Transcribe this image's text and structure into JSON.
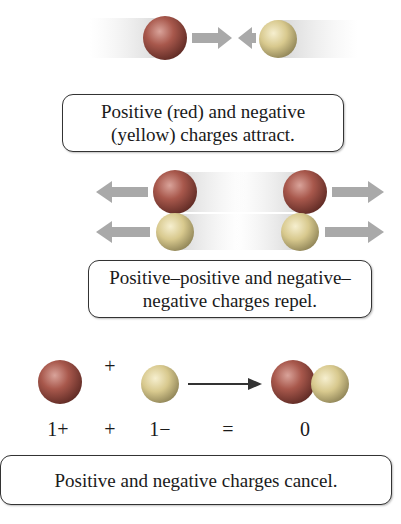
{
  "diagram": {
    "nodes": [
      {
        "text": [
          "Positive (red) and negative (yellow) charges attract."
        ]
      },
      {
        "text": [
          "Positive–positive and negative–negative charges repel."
        ]
      },
      {
        "text": [
          "Positive and negative charges cancel."
        ]
      }
    ],
    "labels": [
      "+",
      "1+",
      "+",
      "1−",
      "=",
      "0"
    ]
  }
}
